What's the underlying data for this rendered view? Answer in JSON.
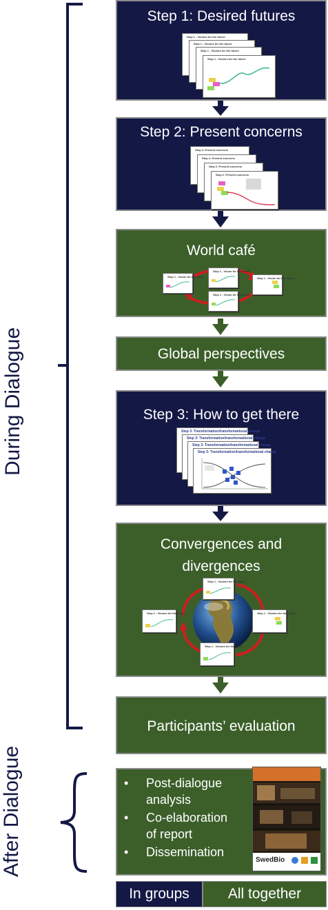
{
  "side_labels": {
    "during": "During Dialogue",
    "after": "After Dialogue"
  },
  "steps": {
    "step1": {
      "title": "Step 1: Desired futures",
      "slide_header": "Step 1 - Visions for the future",
      "color": "#131845"
    },
    "step2": {
      "title": "Step 2: Present concerns",
      "slide_header": "Step 2: Present concerns",
      "color": "#131845"
    },
    "world_cafe": {
      "title": "World café",
      "slide_header": "Step 1 - Vision for the future",
      "color": "#3c5f2a"
    },
    "global": {
      "title": "Global perspectives",
      "color": "#3c5f2a"
    },
    "step3": {
      "title": "Step 3: How to get there",
      "slide_header": "Step 3: Transformation/transformational change",
      "color": "#131845"
    },
    "convergences": {
      "title_line1": "Convergences and",
      "title_line2": "divergences",
      "slide_header": "Step 1 - Visions for the future",
      "color": "#3c5f2a"
    },
    "evaluation": {
      "title": "Participants’ evaluation",
      "color": "#3c5f2a"
    }
  },
  "after": {
    "bullets": [
      "Post-dialogue analysis",
      "Co-elaboration of report",
      "Dissemination"
    ],
    "bullets_display": [
      [
        "Post-dialogue",
        "analysis"
      ],
      [
        "Co-elaboration",
        "of report"
      ],
      [
        "Dissemination"
      ]
    ],
    "bullet_char": "•",
    "report_cover_brand": "SwedBio"
  },
  "legend": {
    "in_groups": "In groups",
    "all_together": "All together",
    "in_groups_color": "#131845",
    "all_together_color": "#3c5f2a"
  },
  "colors": {
    "navy": "#131845",
    "green": "#3c5f2a",
    "arrow_red": "#cc1f1f"
  },
  "icons": {
    "flow_arrow": "down-arrow-icon",
    "bracket": "bracket-icon",
    "brace": "curly-brace-icon",
    "globe": "globe-icon"
  }
}
